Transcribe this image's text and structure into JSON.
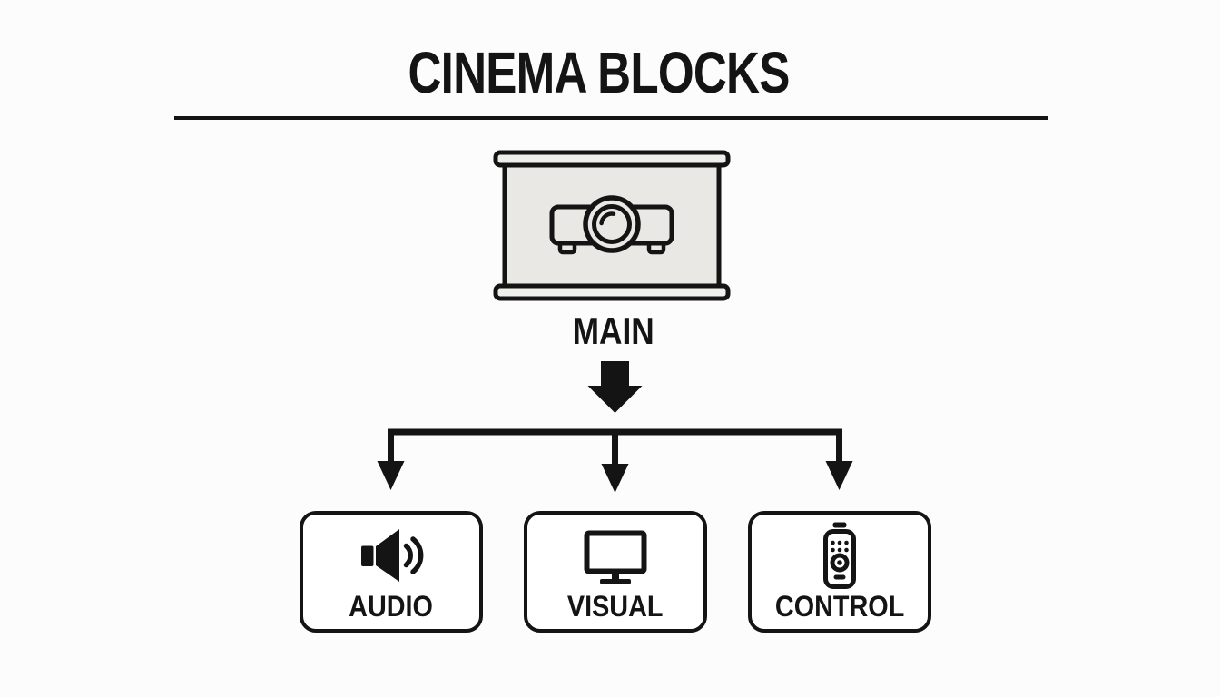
{
  "title": "CINEMA BLOCKS",
  "main": {
    "label": "MAIN",
    "icon": "cinema-screen-with-projector"
  },
  "branches": [
    {
      "id": "audio",
      "label": "AUDIO",
      "icon": "speaker-icon"
    },
    {
      "id": "visual",
      "label": "VISUAL",
      "icon": "monitor-icon"
    },
    {
      "id": "control",
      "label": "CONTROL",
      "icon": "remote-control-icon"
    }
  ],
  "colors": {
    "ink": "#141414",
    "screen_fill": "#e9e8e5",
    "bar_fill": "#f0efec",
    "box_fill": "#ffffff",
    "background": "#fcfcfc"
  }
}
